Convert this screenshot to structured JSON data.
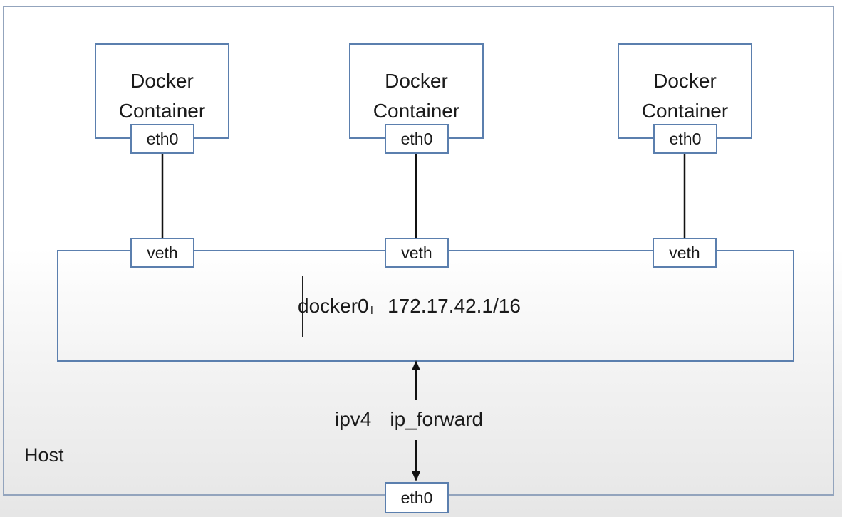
{
  "host": {
    "label": "Host"
  },
  "containers": [
    {
      "line1": "Docker",
      "line2": "Container",
      "iface": "eth0",
      "veth": "veth"
    },
    {
      "line1": "Docker",
      "line2": "Container",
      "iface": "eth0",
      "veth": "veth"
    },
    {
      "line1": "Docker",
      "line2": "Container",
      "iface": "eth0",
      "veth": "veth"
    }
  ],
  "bridge": {
    "name": "docker0",
    "ip": "172.17.42.1/16"
  },
  "forwarding": {
    "a": "ipv4",
    "b": "ip_forward"
  },
  "host_iface": "eth0",
  "colors": {
    "box_border": "#5b7fae",
    "host_border": "#93a4bd",
    "line": "#111111"
  }
}
